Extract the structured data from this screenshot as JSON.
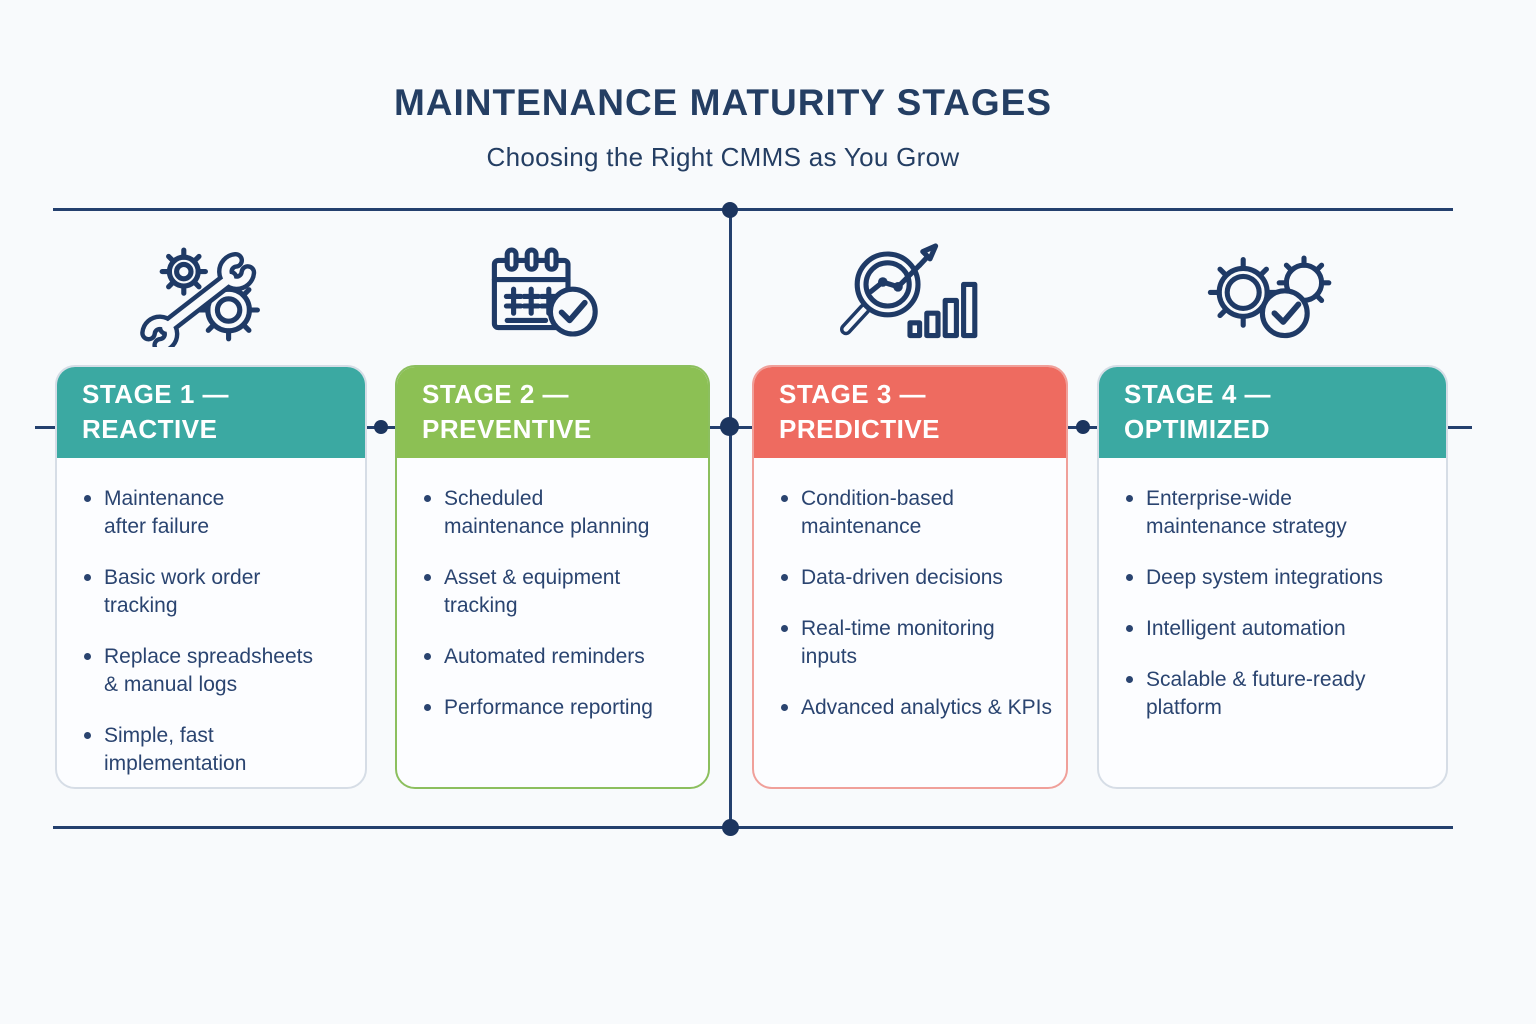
{
  "title": "MAINTENANCE MATURITY STAGES",
  "subtitle": "Choosing the Right CMMS as You Grow",
  "colors": {
    "bg": "#F8FAFC",
    "title": "#243E63",
    "text": "#2A4470",
    "line": "#24406E",
    "dot": "#1C355F",
    "icon": "#1F3A66",
    "teal": "#3BA9A2",
    "green": "#8CC054",
    "coral": "#EE6B60"
  },
  "stages": [
    {
      "stage_label": "STAGE 1 —",
      "name": "REACTIVE",
      "accent": "#3BA9A2",
      "border": "#D6DDE6",
      "icon": "wrench-gears-icon",
      "bullets": [
        "Maintenance\nafter failure",
        "Basic work order\ntracking",
        "Replace spreadsheets\n& manual logs",
        "Simple, fast\nimplementation"
      ]
    },
    {
      "stage_label": "STAGE 2 —",
      "name": "PREVENTIVE",
      "accent": "#8CC054",
      "border": "#8CBF5E",
      "icon": "calendar-check-icon",
      "bullets": [
        "Scheduled\nmaintenance planning",
        "Asset & equipment tracking",
        "Automated reminders",
        "Performance reporting"
      ]
    },
    {
      "stage_label": "STAGE 3 —",
      "name": "PREDICTIVE",
      "accent": "#EE6B60",
      "border": "#F0A09A",
      "icon": "magnifier-growth-chart-icon",
      "bullets": [
        "Condition-based\nmaintenance",
        "Data-driven decisions",
        "Real-time monitoring inputs",
        "Advanced analytics & KPIs"
      ]
    },
    {
      "stage_label": "STAGE 4 —",
      "name": "OPTIMIZED",
      "accent": "#3BA9A2",
      "border": "#D6DDE6",
      "icon": "gears-check-icon",
      "bullets": [
        "Enterprise-wide\nmaintenance strategy",
        "Deep system integrations",
        "Intelligent automation",
        "Scalable & future-ready\nplatform"
      ]
    }
  ]
}
